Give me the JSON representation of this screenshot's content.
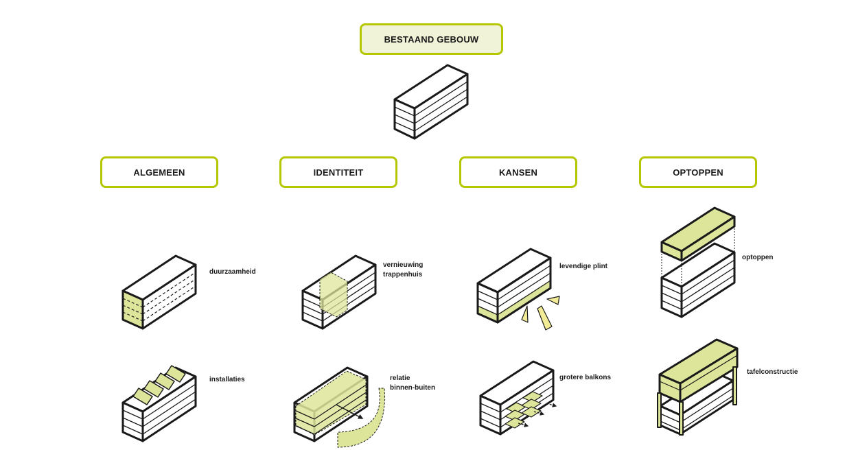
{
  "root": {
    "label": "BESTAAND GEBOUW"
  },
  "categories": [
    {
      "label": "ALGEMEEN"
    },
    {
      "label": "IDENTITEIT"
    },
    {
      "label": "KANSEN"
    },
    {
      "label": "OPTOPPEN"
    }
  ],
  "items": {
    "duurzaamheid": "duurzaamheid",
    "installaties": "installaties",
    "vernieuwing_line1": "vernieuwing",
    "vernieuwing_line2": "trappenhuis",
    "relatie_line1": "relatie",
    "relatie_line2": "binnen-buiten",
    "levendige_plint": "levendige plint",
    "grotere_balkons": "grotere balkons",
    "optoppen": "optoppen",
    "tafelconstructie": "tafelconstructie"
  },
  "colors": {
    "accent_border": "#b5c700",
    "accent_fill": "#dde59a",
    "root_fill": "#f0f3d8",
    "outline": "#1a1a1a"
  }
}
